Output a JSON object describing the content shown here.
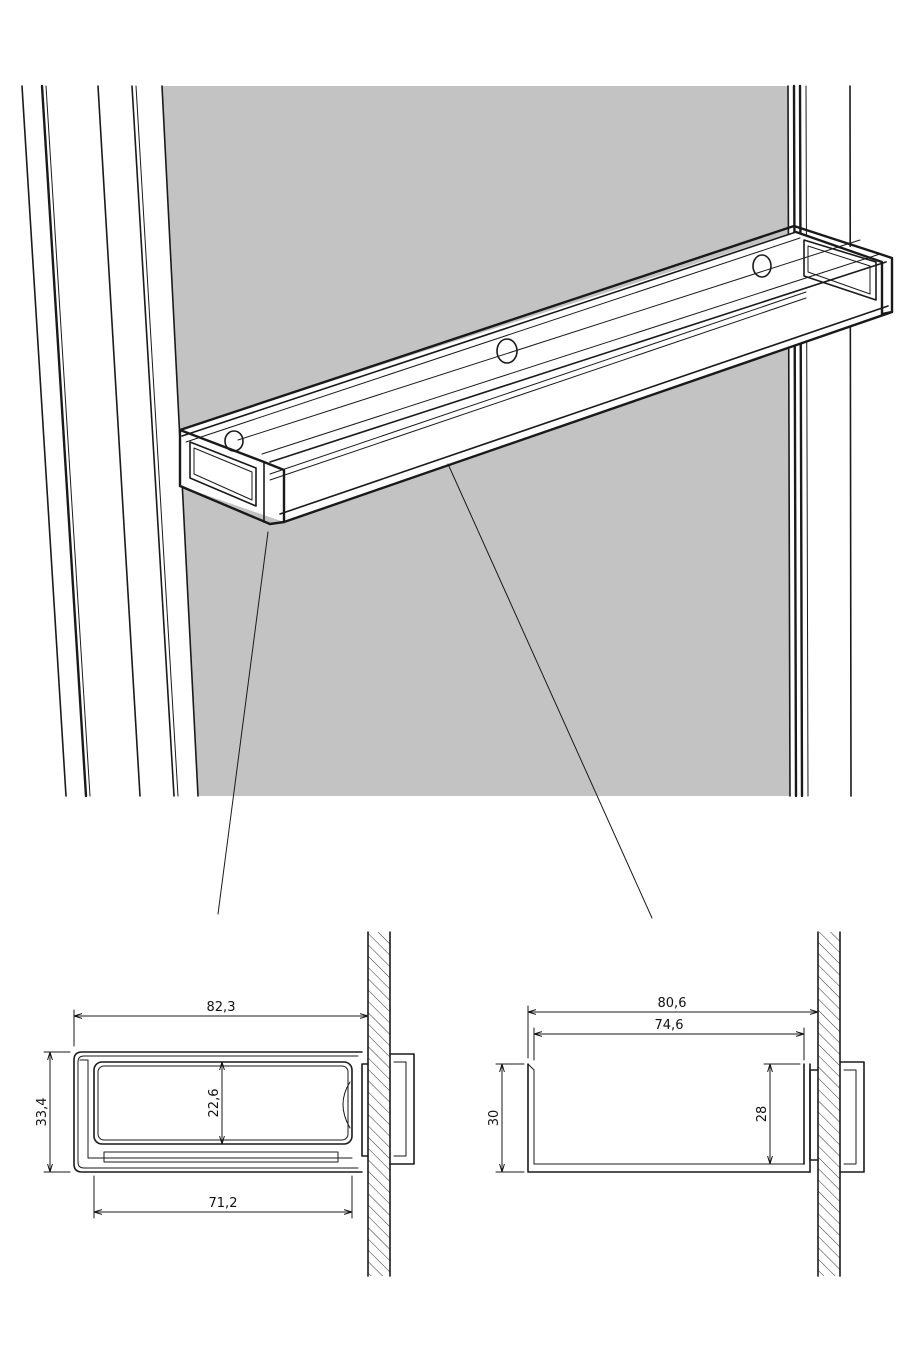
{
  "colors": {
    "wall_panel": "#c3c3c3",
    "line": "#1a1a1a",
    "background": "#ffffff"
  },
  "section_left": {
    "width_outer": "82,3",
    "height_outer": "33,4",
    "height_inner": "22,6",
    "width_inner": "71,2"
  },
  "section_right": {
    "width_outer": "80,6",
    "width_inner": "74,6",
    "height_outer": "30",
    "height_inner": "28"
  }
}
